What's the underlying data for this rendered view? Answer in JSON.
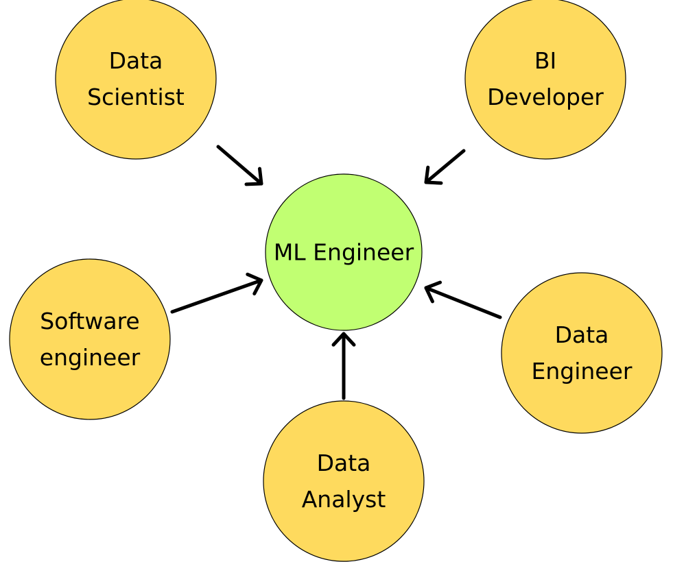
{
  "colors": {
    "source_fill": "#FEDA5E",
    "center_fill": "#C1FF72",
    "stroke": "#000000",
    "arrow": "#000000"
  },
  "center": {
    "id": "ml-engineer",
    "lines": [
      "ML Engineer"
    ]
  },
  "sources": [
    {
      "id": "data-scientist",
      "lines": [
        "Data",
        "Scientist"
      ]
    },
    {
      "id": "bi-developer",
      "lines": [
        "BI",
        "Developer"
      ]
    },
    {
      "id": "software-engineer",
      "lines": [
        "Software",
        "engineer"
      ]
    },
    {
      "id": "data-engineer",
      "lines": [
        "Data",
        "Engineer"
      ]
    },
    {
      "id": "data-analyst",
      "lines": [
        "Data",
        "Analyst"
      ]
    }
  ],
  "edges": [
    {
      "from": "data-scientist",
      "to": "ml-engineer"
    },
    {
      "from": "bi-developer",
      "to": "ml-engineer"
    },
    {
      "from": "software-engineer",
      "to": "ml-engineer"
    },
    {
      "from": "data-engineer",
      "to": "ml-engineer"
    },
    {
      "from": "data-analyst",
      "to": "ml-engineer"
    }
  ]
}
